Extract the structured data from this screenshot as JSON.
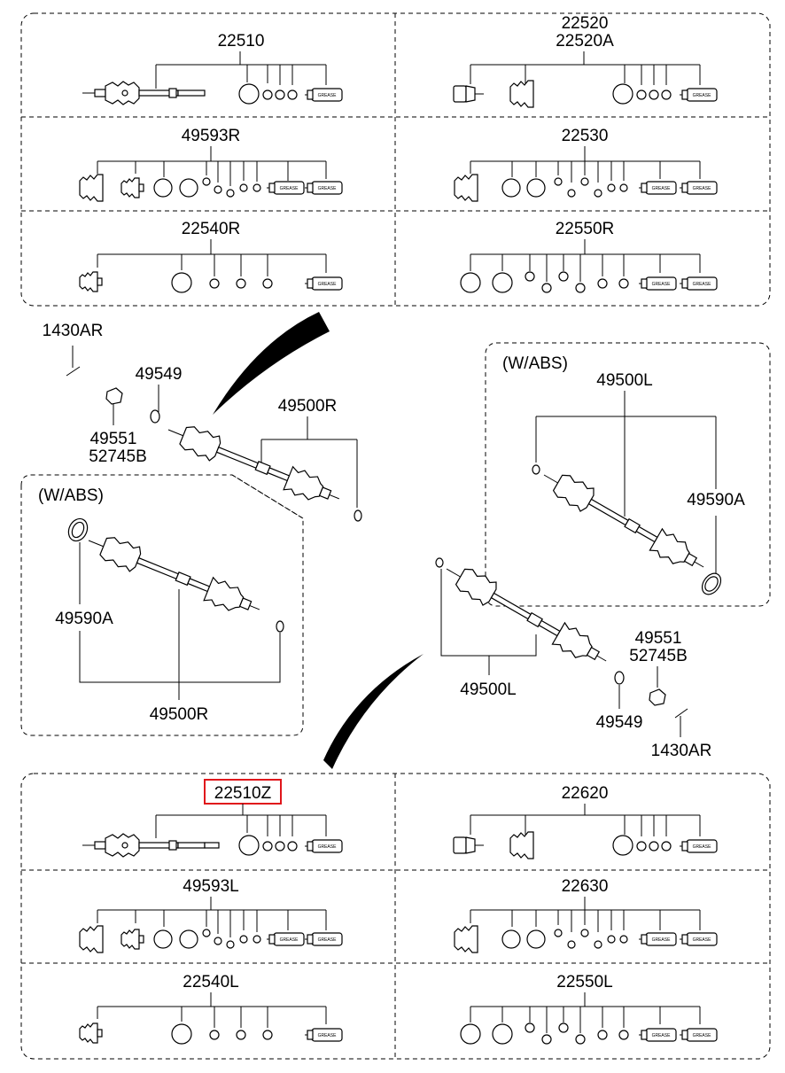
{
  "panels": {
    "top": {
      "cells": [
        {
          "id": "22510",
          "label": "22510"
        },
        {
          "id": "22520",
          "label": "22520",
          "label2": "22520A"
        },
        {
          "id": "49593R",
          "label": "49593R"
        },
        {
          "id": "22530",
          "label": "22530"
        },
        {
          "id": "22540R",
          "label": "22540R"
        },
        {
          "id": "22550R",
          "label": "22550R"
        }
      ]
    },
    "bottom": {
      "cells": [
        {
          "id": "22510Z",
          "label": "22510Z",
          "highlighted": true
        },
        {
          "id": "22620",
          "label": "22620"
        },
        {
          "id": "49593L",
          "label": "49593L"
        },
        {
          "id": "22630",
          "label": "22630"
        },
        {
          "id": "22540L",
          "label": "22540L"
        },
        {
          "id": "22550L",
          "label": "22550L"
        }
      ]
    }
  },
  "grease_label": "GREASE",
  "middle": {
    "right_side": {
      "bolt": "1430AR",
      "ring": "49549",
      "nut_1": "49551",
      "nut_2": "52745B",
      "shaft": "49500R"
    },
    "left_abs_box": {
      "title": "(W/ABS)",
      "tone_ring": "49590A",
      "shaft": "49500R"
    },
    "right_abs_box": {
      "title": "(W/ABS)",
      "shaft": "49500L",
      "tone_ring": "49590A"
    },
    "left_side": {
      "shaft": "49500L",
      "nut_1": "49551",
      "nut_2": "52745B",
      "ring": "49549",
      "bolt": "1430AR"
    }
  },
  "colors": {
    "highlight": "#e0161b",
    "line": "#000000",
    "background": "#ffffff"
  }
}
